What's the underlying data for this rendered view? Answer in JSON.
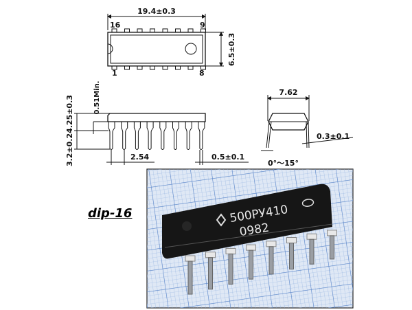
{
  "top_view": {
    "length_dim": "19.4±0.3",
    "width_dim": "6.5±0.3",
    "pin_labels": {
      "top_left": "16",
      "top_right": "9",
      "bottom_left": "1",
      "bottom_right": "8"
    }
  },
  "side_view": {
    "standoff_dim": "0.51Min.",
    "body_height_dim": "4.25±0.3",
    "lead_length_dim": "3.2±0.2",
    "pitch_dim": "2.54",
    "lead_width_dim": "0.5±0.1"
  },
  "end_view": {
    "row_spacing_dim": "7.62",
    "lead_thickness_dim": "0.3±0.1",
    "angle_dim": "0°～15°"
  },
  "package_label": "dip-16",
  "photo": {
    "marking_line1": "500РУ410",
    "marking_line2": "0982",
    "paper_color": "#d8e4f4",
    "grid_color": "#7a9fd6",
    "chip_color": "#161616"
  }
}
